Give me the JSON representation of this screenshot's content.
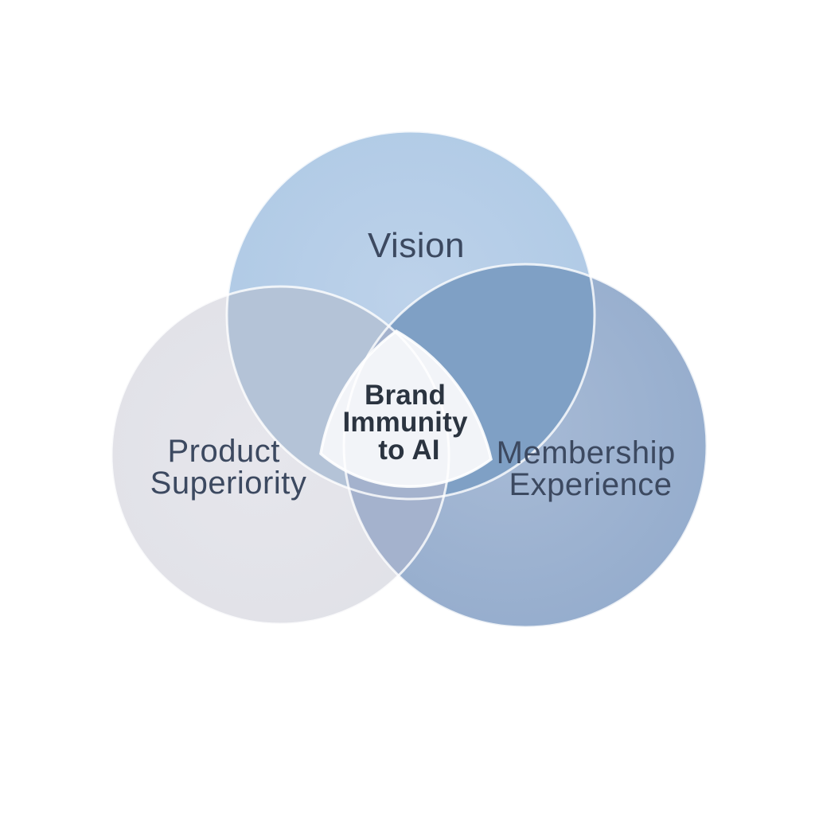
{
  "page": {
    "background": "#ffffff"
  },
  "diagram": {
    "type": "venn-3-circle",
    "circles": {
      "top": {
        "label": "Vision",
        "fill_center": "#bdd2ea",
        "fill_edge": "#abc7e4"
      },
      "left": {
        "label": "Product Superiority",
        "label_lines": [
          "Product",
          "Superiority"
        ],
        "fill_center": "#e6e6ec",
        "fill_edge": "#dfe0e6"
      },
      "right": {
        "label": "Membership Experience",
        "label_lines": [
          "Membership",
          "Experience"
        ],
        "fill_center": "#a8bbd6",
        "fill_edge": "#8fa8ca"
      }
    },
    "overlaps": {
      "top_left_fill": "#b4c3d7",
      "top_right_fill": "#7fa0c5",
      "left_right_fill": "#a4b2cd"
    },
    "center_region": {
      "label": "Brand Immunity to AI",
      "label_lines": [
        "Brand",
        "Immunity",
        "to AI"
      ],
      "fill": "#f2f4f8",
      "text_color": "#2b3440"
    },
    "label_text_color": "#3c4960",
    "seam_color": "#ffffff"
  }
}
